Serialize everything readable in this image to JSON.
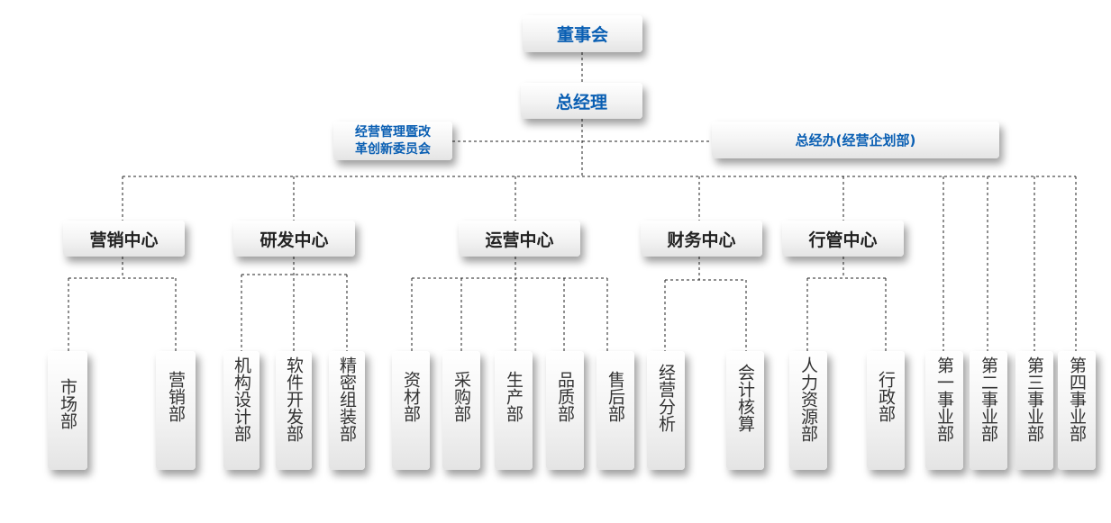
{
  "diagram": {
    "board": "董事会",
    "gm": "总经理",
    "committee": "经营管理暨改革创新委员会",
    "committee_line1": "经营管理暨改",
    "committee_line2": "革创新委员会",
    "gm_office": "总经办(经营企划部)",
    "centers": {
      "marketing": "营销中心",
      "rnd": "研发中心",
      "operations": "运营中心",
      "finance": "财务中心",
      "admin": "行管中心"
    },
    "departments": {
      "market": "市场部",
      "sales": "营销部",
      "mech_design": "机构设计部",
      "software_dev": "软件开发部",
      "precision_assembly": "精密组装部",
      "materials": "资材部",
      "purchasing": "采购部",
      "production": "生产部",
      "quality": "品质部",
      "after_sales": "售后部",
      "business_analysis": "经营分析",
      "accounting": "会计核算",
      "hr": "人力资源部",
      "administration": "行政部",
      "division1": "第一事业部",
      "division2": "第二事业部",
      "division3": "第三事业部",
      "division4": "第四事业部"
    }
  }
}
